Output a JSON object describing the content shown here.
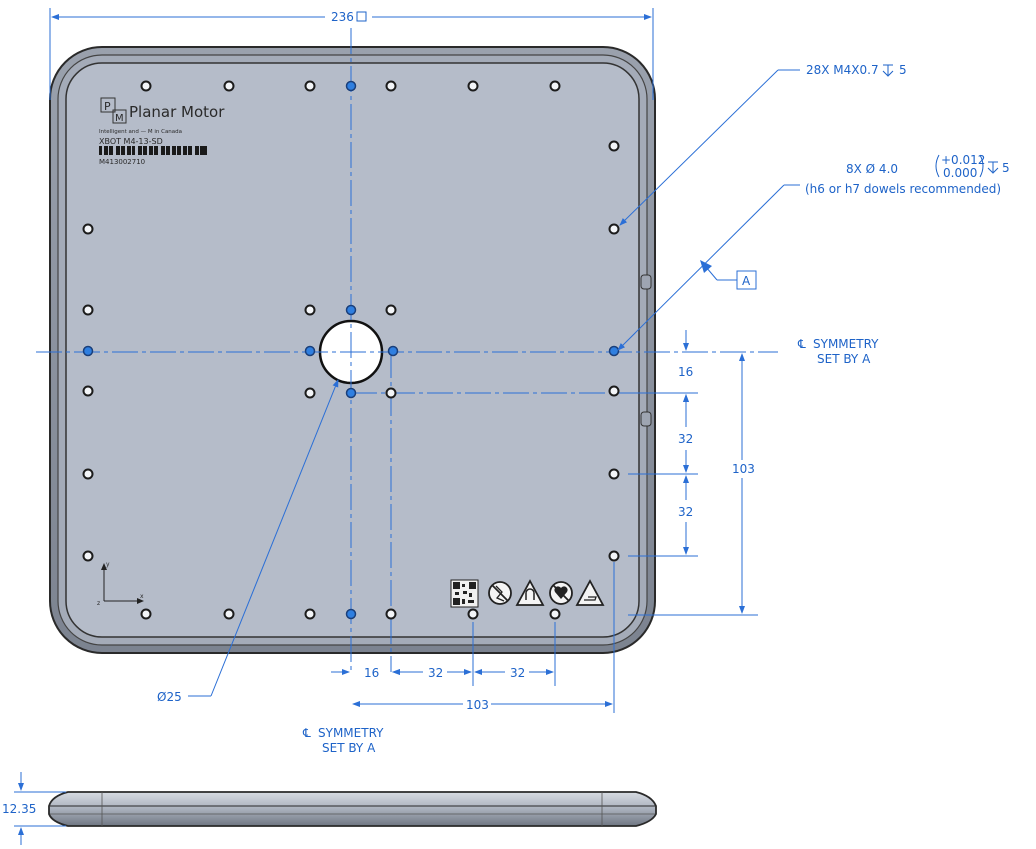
{
  "logo": {
    "letter_top": "P",
    "letter_bottom": "M",
    "brand": "Planar Motor"
  },
  "label": {
    "line1": "Intelligent and — M in Canada",
    "model": "XBOT M4-13-SD",
    "serial": "M413002710"
  },
  "axis_triad": {
    "x": "x",
    "y": "y",
    "z": "z"
  },
  "dims": {
    "overall_width": "236",
    "threads": "28X M4X0.7",
    "thread_depth": "5",
    "dowel_qty_dia": "8X Ø 4.0",
    "dowel_tol_upper": "+0.012",
    "dowel_tol_lower": "0.000",
    "dowel_depth": "5",
    "dowel_note": "(h6 or h7 dowels recommended)",
    "datum": "A",
    "sym_right_line1": "SYMMETRY",
    "sym_right_line2": "SET BY A",
    "sym_bottom_line1": "SYMMETRY",
    "sym_bottom_line2": "SET BY A",
    "v16": "16",
    "v32a": "32",
    "v32b": "32",
    "v103": "103",
    "h16": "16",
    "h32a": "32",
    "h32b": "32",
    "h103": "103",
    "center_dia": "Ø25",
    "thickness": "12.35"
  },
  "colors": {
    "plate": "#b5bcc9",
    "dimension": "#2b6fd6"
  }
}
